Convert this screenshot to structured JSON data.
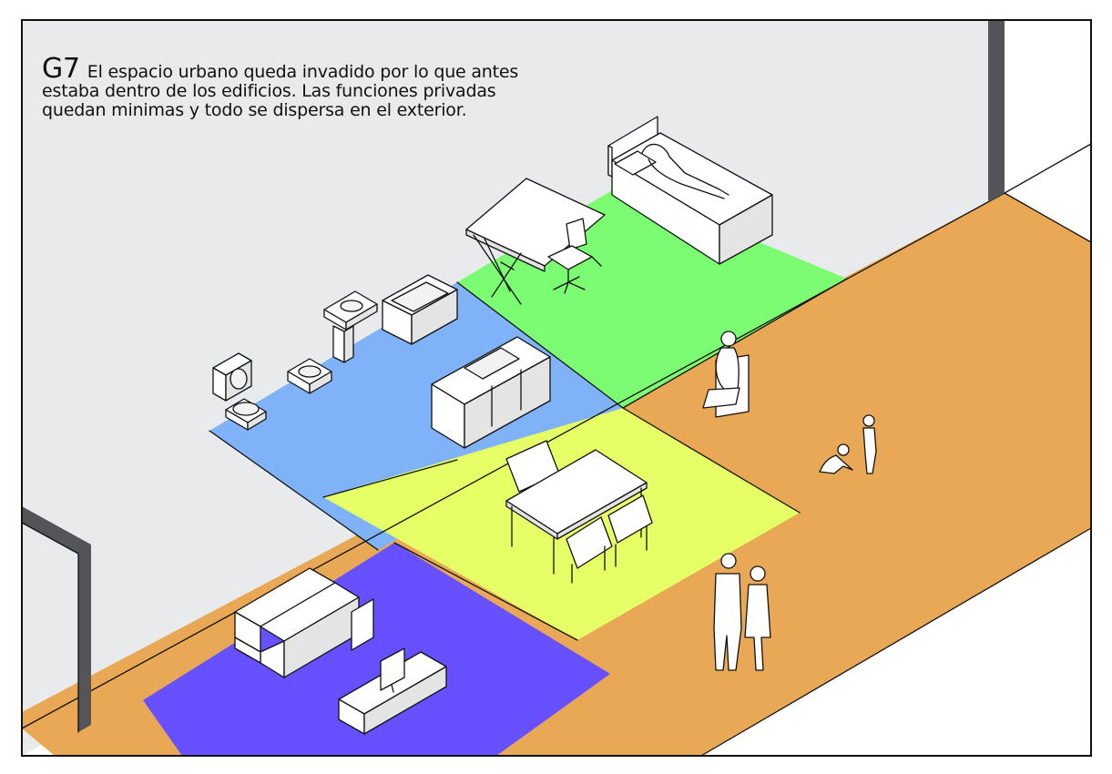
{
  "caption": {
    "code": "G7",
    "lines": [
      "El espacio urbano queda invadido por lo que antes",
      "estaba dentro de los edificios. Las funciones privadas",
      "quedan minimas y todo se dispersa en el exterior."
    ]
  },
  "colors": {
    "wall": "#e8eaec",
    "street": "#e8a855",
    "living": "#6650ff",
    "dining": "#e6ff66",
    "bathroom": "#7fb2f7",
    "bedroom": "#7cfc72",
    "pillar": "#555559",
    "outline": "#111111"
  },
  "furniture": [
    "sofa",
    "tv-stand",
    "dining-table",
    "kitchen-counter",
    "toilet",
    "washing-machine",
    "bidet",
    "sink",
    "bathtub",
    "desk",
    "office-chair",
    "bed"
  ],
  "people": [
    "woman-on-bed",
    "seated-person",
    "standing-child",
    "crawling-child",
    "man",
    "woman"
  ]
}
